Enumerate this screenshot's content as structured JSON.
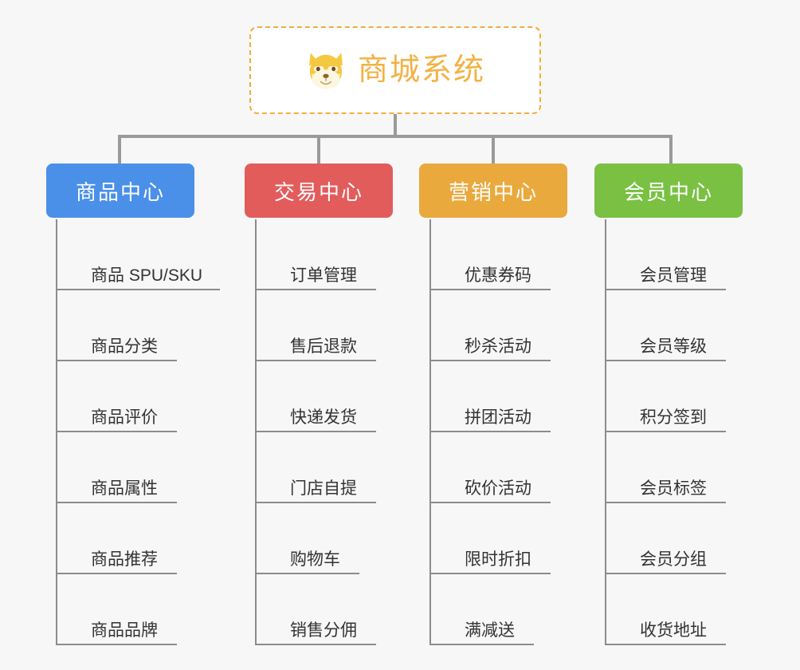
{
  "diagram": {
    "title": "商城系统",
    "root": {
      "label": "商城系统",
      "icon": "shiba-dog-icon",
      "border_color": "#f2ac3a",
      "text_color": "#f2b244",
      "background": "#ffffff"
    },
    "background_color": "#f7f7f7",
    "connector_color": "#9a9a9a",
    "rule_color": "#8c8c8c",
    "item_text_color": "#333333",
    "columns": [
      {
        "id": "product-center",
        "label": "商品中心",
        "color": "#4a90e8",
        "items": [
          "商品 SPU/SKU",
          "商品分类",
          "商品评价",
          "商品属性",
          "商品推荐",
          "商品品牌"
        ]
      },
      {
        "id": "trade-center",
        "label": "交易中心",
        "color": "#e25c5c",
        "items": [
          "订单管理",
          "售后退款",
          "快递发货",
          "门店自提",
          "购物车",
          "销售分佣"
        ]
      },
      {
        "id": "marketing-center",
        "label": "营销中心",
        "color": "#eaa93c",
        "items": [
          "优惠券码",
          "秒杀活动",
          "拼团活动",
          "砍价活动",
          "限时折扣",
          "满减送"
        ]
      },
      {
        "id": "member-center",
        "label": "会员中心",
        "color": "#74c martin",
        "items": [
          "会员管理",
          "会员等级",
          "积分签到",
          "会员标签",
          "会员分组",
          "收货地址"
        ]
      }
    ]
  }
}
